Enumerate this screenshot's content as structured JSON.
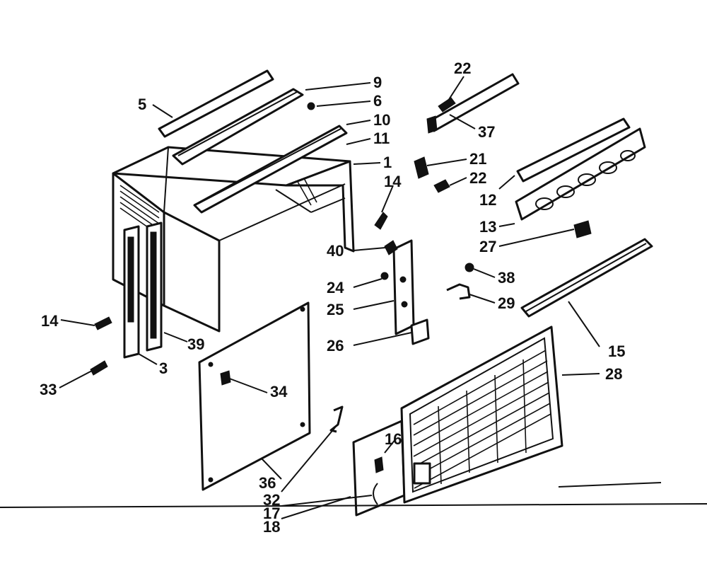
{
  "callouts": [
    {
      "id": "c5",
      "label": "5"
    },
    {
      "id": "c9",
      "label": "9"
    },
    {
      "id": "c6",
      "label": "6"
    },
    {
      "id": "c10",
      "label": "10"
    },
    {
      "id": "c11",
      "label": "11"
    },
    {
      "id": "c1",
      "label": "1"
    },
    {
      "id": "c14a",
      "label": "14"
    },
    {
      "id": "c14b",
      "label": "14"
    },
    {
      "id": "c39",
      "label": "39"
    },
    {
      "id": "c3",
      "label": "3"
    },
    {
      "id": "c33",
      "label": "33"
    },
    {
      "id": "c34",
      "label": "34"
    },
    {
      "id": "c36",
      "label": "36"
    },
    {
      "id": "c32",
      "label": "32"
    },
    {
      "id": "c17",
      "label": "17"
    },
    {
      "id": "c18",
      "label": "18"
    },
    {
      "id": "c16",
      "label": "16"
    },
    {
      "id": "c40",
      "label": "40"
    },
    {
      "id": "c24",
      "label": "24"
    },
    {
      "id": "c25",
      "label": "25"
    },
    {
      "id": "c26",
      "label": "26"
    },
    {
      "id": "c22a",
      "label": "22"
    },
    {
      "id": "c37",
      "label": "37"
    },
    {
      "id": "c21",
      "label": "21"
    },
    {
      "id": "c22b",
      "label": "22"
    },
    {
      "id": "c12",
      "label": "12"
    },
    {
      "id": "c13",
      "label": "13"
    },
    {
      "id": "c27",
      "label": "27"
    },
    {
      "id": "c38",
      "label": "38"
    },
    {
      "id": "c29",
      "label": "29"
    },
    {
      "id": "c15",
      "label": "15"
    },
    {
      "id": "c28",
      "label": "28"
    }
  ]
}
